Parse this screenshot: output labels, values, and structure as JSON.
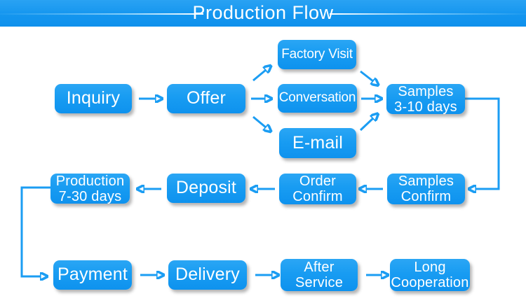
{
  "header": {
    "title": "Production Flow"
  },
  "colors": {
    "banner": "#1496ef",
    "banner_light": "#2aa2f3",
    "banner_dark": "#0f90ec",
    "box": "#189cf2",
    "box_light": "#2ba6f4",
    "box_dark": "#0e92ee",
    "arrow": "#1b9df3",
    "text": "#ffffff"
  },
  "nodes": {
    "inquiry": {
      "label": "Inquiry"
    },
    "offer": {
      "label": "Offer"
    },
    "factory_visit": {
      "label": "Factory Visit"
    },
    "conversation": {
      "label": "Conversation"
    },
    "email": {
      "label": "E-mail"
    },
    "samples_days": {
      "label": "Samples\n3-10 days"
    },
    "samples_confirm": {
      "label": "Samples\nConfirm"
    },
    "order_confirm": {
      "label": "Order\nConfirm"
    },
    "deposit": {
      "label": "Deposit"
    },
    "production_days": {
      "label": "Production\n7-30 days"
    },
    "payment": {
      "label": "Payment"
    },
    "delivery": {
      "label": "Delivery"
    },
    "after_service": {
      "label": "After\nService"
    },
    "long_cooperation": {
      "label": "Long\nCooperation"
    }
  },
  "flow_sequence": [
    "Inquiry",
    "Offer",
    "Factory Visit / Conversation / E-mail",
    "Samples 3-10 days",
    "Samples Confirm",
    "Order Confirm",
    "Deposit",
    "Production 7-30 days",
    "Payment",
    "Delivery",
    "After Service",
    "Long Cooperation"
  ]
}
